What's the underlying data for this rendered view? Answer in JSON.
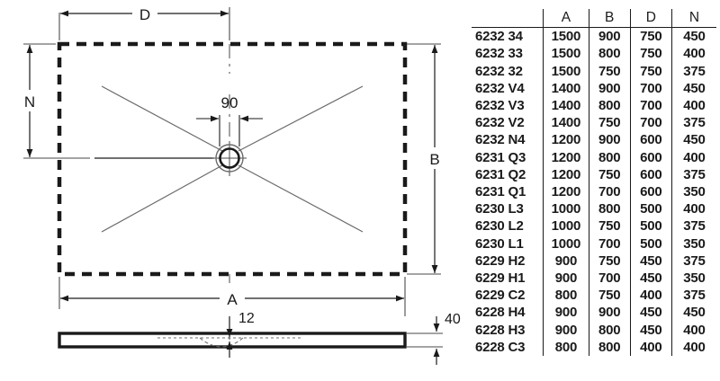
{
  "drawing": {
    "title": "shower-tray-technical-drawing",
    "plan_view": {
      "dim_d_label": "D",
      "dim_n_label": "N",
      "dim_b_label": "B",
      "dim_a_label": "A",
      "drain_width_label": "90",
      "drain_name": "drain-outlet"
    },
    "section_view": {
      "dim_thickness_label": "40",
      "dim_drain_depth_label": "12"
    },
    "colors": {
      "line": "#1a1a1a",
      "thin_line": "#4a4a4a",
      "background": "#ffffff"
    }
  },
  "table": {
    "headers": [
      "",
      "A",
      "B",
      "D",
      "N"
    ],
    "rows": [
      {
        "model": "6232 34",
        "a": "1500",
        "b": "900",
        "d": "750",
        "n": "450"
      },
      {
        "model": "6232 33",
        "a": "1500",
        "b": "800",
        "d": "750",
        "n": "400"
      },
      {
        "model": "6232 32",
        "a": "1500",
        "b": "750",
        "d": "750",
        "n": "375"
      },
      {
        "model": "6232 V4",
        "a": "1400",
        "b": "900",
        "d": "700",
        "n": "450"
      },
      {
        "model": "6232 V3",
        "a": "1400",
        "b": "800",
        "d": "700",
        "n": "400"
      },
      {
        "model": "6232 V2",
        "a": "1400",
        "b": "750",
        "d": "700",
        "n": "375"
      },
      {
        "model": "6232 N4",
        "a": "1200",
        "b": "900",
        "d": "600",
        "n": "450"
      },
      {
        "model": "6231 Q3",
        "a": "1200",
        "b": "800",
        "d": "600",
        "n": "400"
      },
      {
        "model": "6231 Q2",
        "a": "1200",
        "b": "750",
        "d": "600",
        "n": "375"
      },
      {
        "model": "6231 Q1",
        "a": "1200",
        "b": "700",
        "d": "600",
        "n": "350"
      },
      {
        "model": "6230 L3",
        "a": "1000",
        "b": "800",
        "d": "500",
        "n": "400"
      },
      {
        "model": "6230 L2",
        "a": "1000",
        "b": "750",
        "d": "500",
        "n": "375"
      },
      {
        "model": "6230 L1",
        "a": "1000",
        "b": "700",
        "d": "500",
        "n": "350"
      },
      {
        "model": "6229 H2",
        "a": "900",
        "b": "750",
        "d": "450",
        "n": "375"
      },
      {
        "model": "6229 H1",
        "a": "900",
        "b": "700",
        "d": "450",
        "n": "350"
      },
      {
        "model": "6229 C2",
        "a": "800",
        "b": "750",
        "d": "400",
        "n": "375"
      },
      {
        "model": "6228 H4",
        "a": "900",
        "b": "900",
        "d": "450",
        "n": "450"
      },
      {
        "model": "6228 H3",
        "a": "900",
        "b": "800",
        "d": "450",
        "n": "400"
      },
      {
        "model": "6228 C3",
        "a": "800",
        "b": "800",
        "d": "400",
        "n": "400"
      }
    ]
  }
}
